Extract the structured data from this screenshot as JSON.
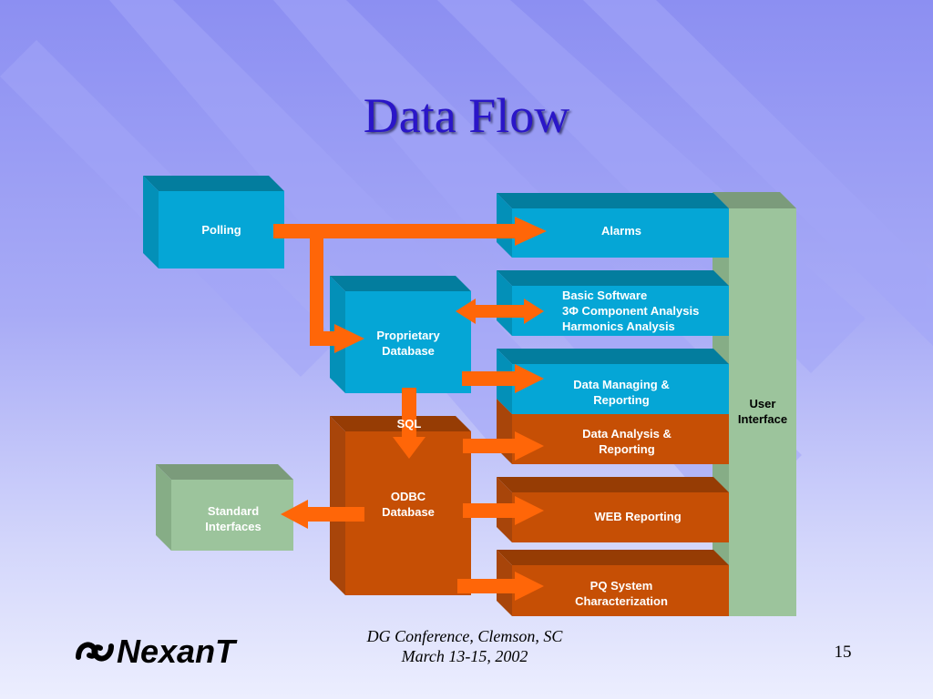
{
  "slide": {
    "title": "Data Flow",
    "footer_line1": "DG Conference, Clemson, SC",
    "footer_line2": "March 13-15, 2002",
    "page_number": "15",
    "logo_text": "NexanT"
  },
  "colors": {
    "blue_front": "#05a6d6",
    "blue_top": "#037d9e",
    "orange_front": "#c64f05",
    "orange_top": "#963c04",
    "green_front": "#9cc49c",
    "green_top": "#7b9b7b",
    "arrow": "#ff6608",
    "title": "#2a16c8"
  },
  "nodes": {
    "polling": "Polling",
    "proprietary_db": [
      "Proprietary",
      "Database"
    ],
    "odbc_db": [
      "ODBC",
      "Database"
    ],
    "standard_interfaces": [
      "Standard",
      "Interfaces"
    ],
    "alarms": "Alarms",
    "basic_software": [
      "Basic Software",
      "3Φ Component Analysis",
      "Harmonics Analysis"
    ],
    "data_managing": [
      "Data Managing &",
      "Reporting"
    ],
    "data_analysis": [
      "Data Analysis &",
      "Reporting"
    ],
    "web_reporting": "WEB Reporting",
    "pq_system": [
      "PQ System",
      "Characterization"
    ],
    "user_interface": [
      "User",
      "Interface"
    ]
  },
  "edges": {
    "sql_label": "SQL"
  }
}
